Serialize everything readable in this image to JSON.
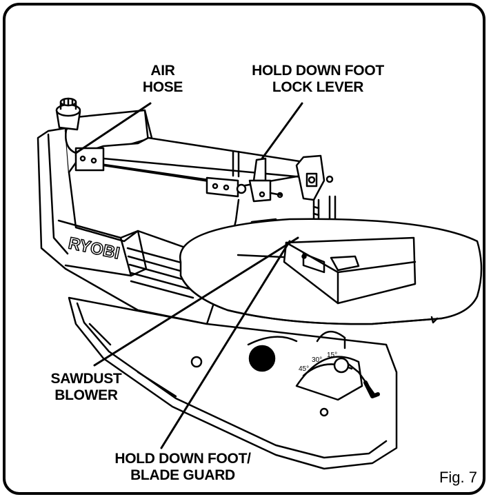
{
  "figure": {
    "fig_label": "Fig. 7",
    "brand_logo": "RYOBI",
    "callouts": {
      "air_hose": [
        "AIR",
        "HOSE"
      ],
      "hold_down_lock_lever": [
        "HOLD DOWN FOOT",
        "LOCK LEVER"
      ],
      "sawdust_blower": [
        "SAWDUST",
        "BLOWER"
      ],
      "hold_down_foot_blade_guard": [
        "HOLD DOWN FOOT/",
        "BLADE GUARD"
      ]
    },
    "bevel_scale_marks": [
      "45°",
      "30°",
      "15°"
    ]
  }
}
